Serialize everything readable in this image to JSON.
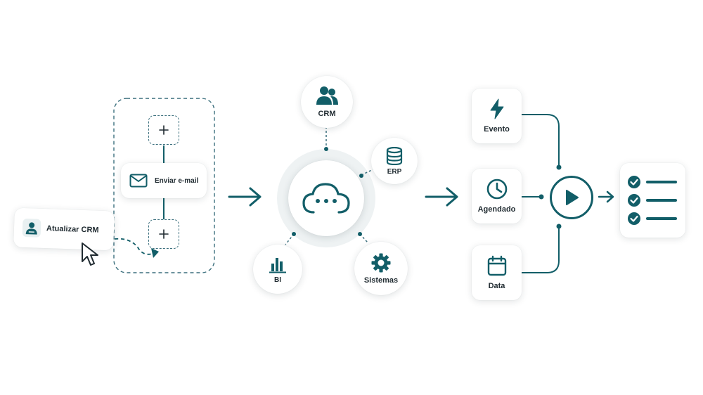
{
  "builder": {
    "step_email": "Enviar e-mail",
    "step_crm": "Atualizar CRM",
    "add_icon_top": "plus-icon",
    "add_icon_bottom": "plus-icon"
  },
  "hub": {
    "center_icon": "cloud-icon",
    "satellites": [
      {
        "label": "CRM",
        "icon": "users-icon"
      },
      {
        "label": "ERP",
        "icon": "database-icon"
      },
      {
        "label": "BI",
        "icon": "bar-chart-icon"
      },
      {
        "label": "Sistemas",
        "icon": "gear-icon"
      }
    ]
  },
  "triggers": [
    {
      "label": "Evento",
      "icon": "lightning-icon"
    },
    {
      "label": "Agendado",
      "icon": "clock-icon"
    },
    {
      "label": "Data",
      "icon": "calendar-icon"
    }
  ],
  "run_icon": "play-icon",
  "result_icon": "checklist-icon",
  "colors": {
    "accent": "#125e68",
    "text": "#1f2a30",
    "dashed": "#3b6f7d"
  }
}
